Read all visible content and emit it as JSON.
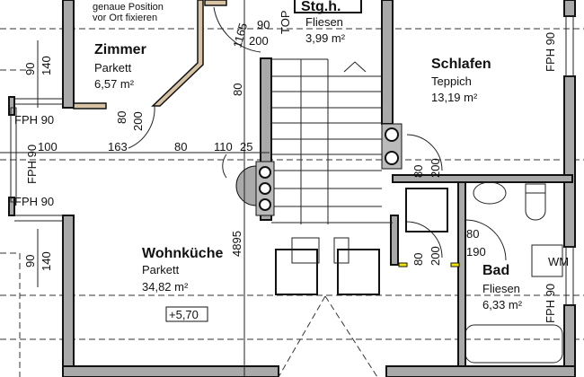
{
  "note": {
    "line1": "genaue Position",
    "line2": "vor Ort fixieren"
  },
  "rooms": {
    "zimmer": {
      "name": "Zimmer",
      "floor": "Parkett",
      "area": "6,57 m²"
    },
    "stgh": {
      "name": "Stg.h.",
      "floor": "Fliesen",
      "area": "3,99 m²"
    },
    "schlafen": {
      "name": "Schlafen",
      "floor": "Teppich",
      "area": "13,19 m²"
    },
    "wohnkueche": {
      "name": "Wohnküche",
      "floor": "Parkett",
      "area": "34,82 m²"
    },
    "bad": {
      "name": "Bad",
      "floor": "Fliesen",
      "area": "6,33 m²"
    }
  },
  "level": "+5,70",
  "top_label": "TOP",
  "appliance": "WM",
  "windows": {
    "left_top": "FPH 90",
    "left_mid": "FPH 90",
    "left_bottom": "FPH 90",
    "right_top": "FPH 90",
    "right_bad": "FPH 90"
  },
  "dimensions": {
    "win_top_w": "90",
    "win_top_h": "140",
    "win_bot_w": "90",
    "win_bot_h": "140",
    "row": [
      "100",
      "163",
      "80",
      "110",
      "25"
    ],
    "zimmer_door_w": "80",
    "zimmer_door_h": "200",
    "top_door_w": "90",
    "top_door_h": "200",
    "diag": "1165",
    "stair_80": "80",
    "schlafen_door_w": "80",
    "schlafen_door_h": "200",
    "hall_door_w": "80",
    "hall_door_h": "200",
    "bad_door_w": "80",
    "bad_door_h": "190",
    "height_489": "4895"
  },
  "colors": {
    "wall": "#a9a9a9",
    "wood": "#d8c4a4",
    "marker": "#f2e600"
  }
}
